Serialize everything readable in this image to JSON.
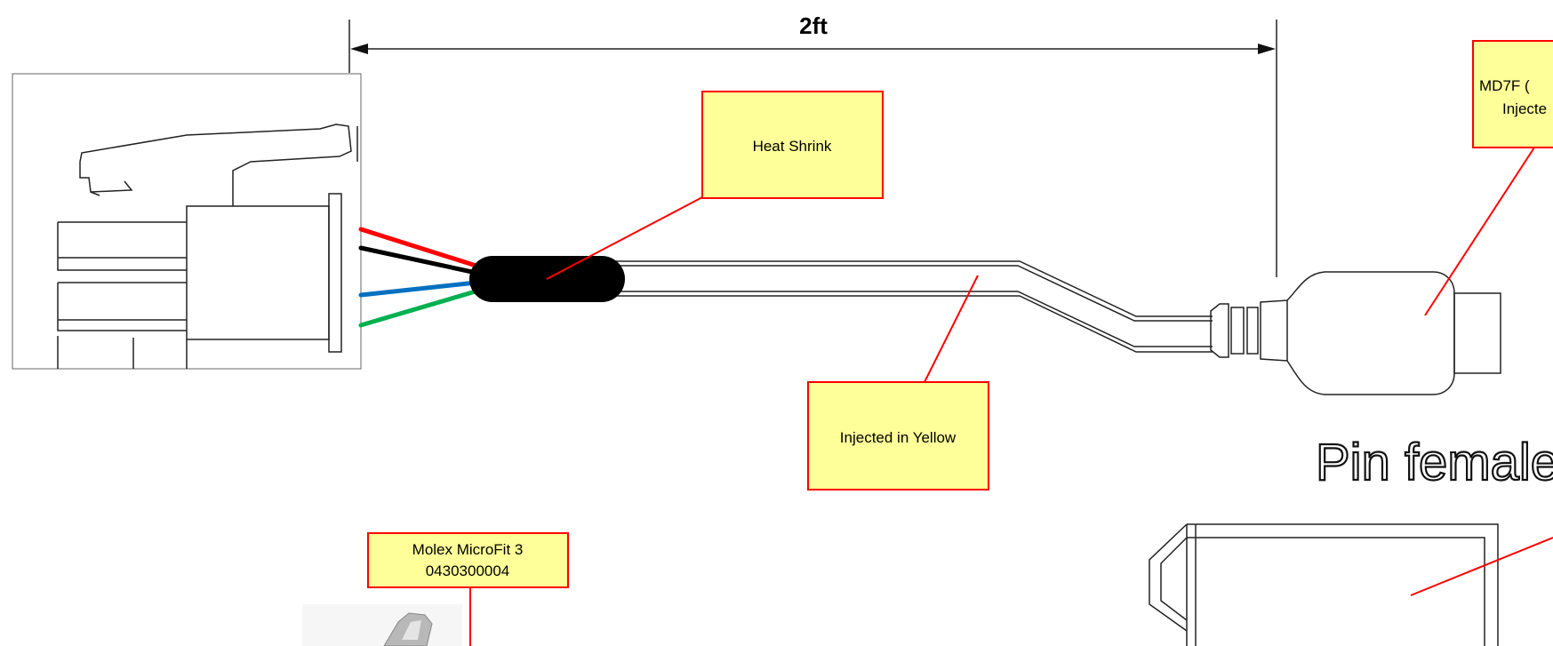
{
  "dimension": {
    "label": "2ft"
  },
  "callouts": {
    "heat_shrink": {
      "text": "Heat Shrink"
    },
    "injected_yellow": {
      "text": "Injected in Yellow"
    },
    "molex": {
      "line1": "Molex MicroFit 3",
      "line2": "0430300004"
    },
    "md7f": {
      "line1": "MD7F (",
      "line2": "Injecte"
    }
  },
  "pin_label": {
    "text": "Pin female"
  },
  "wires": [
    {
      "name": "red",
      "color": "#ff0000"
    },
    {
      "name": "black",
      "color": "#000000"
    },
    {
      "name": "blue",
      "color": "#0070c0"
    },
    {
      "name": "green",
      "color": "#00b050"
    }
  ],
  "colors": {
    "callout_fill": "#ffff99",
    "callout_border": "#ff0000",
    "leader_line": "#ff0000",
    "heat_shrink": "#000000",
    "outline": "#222222"
  }
}
